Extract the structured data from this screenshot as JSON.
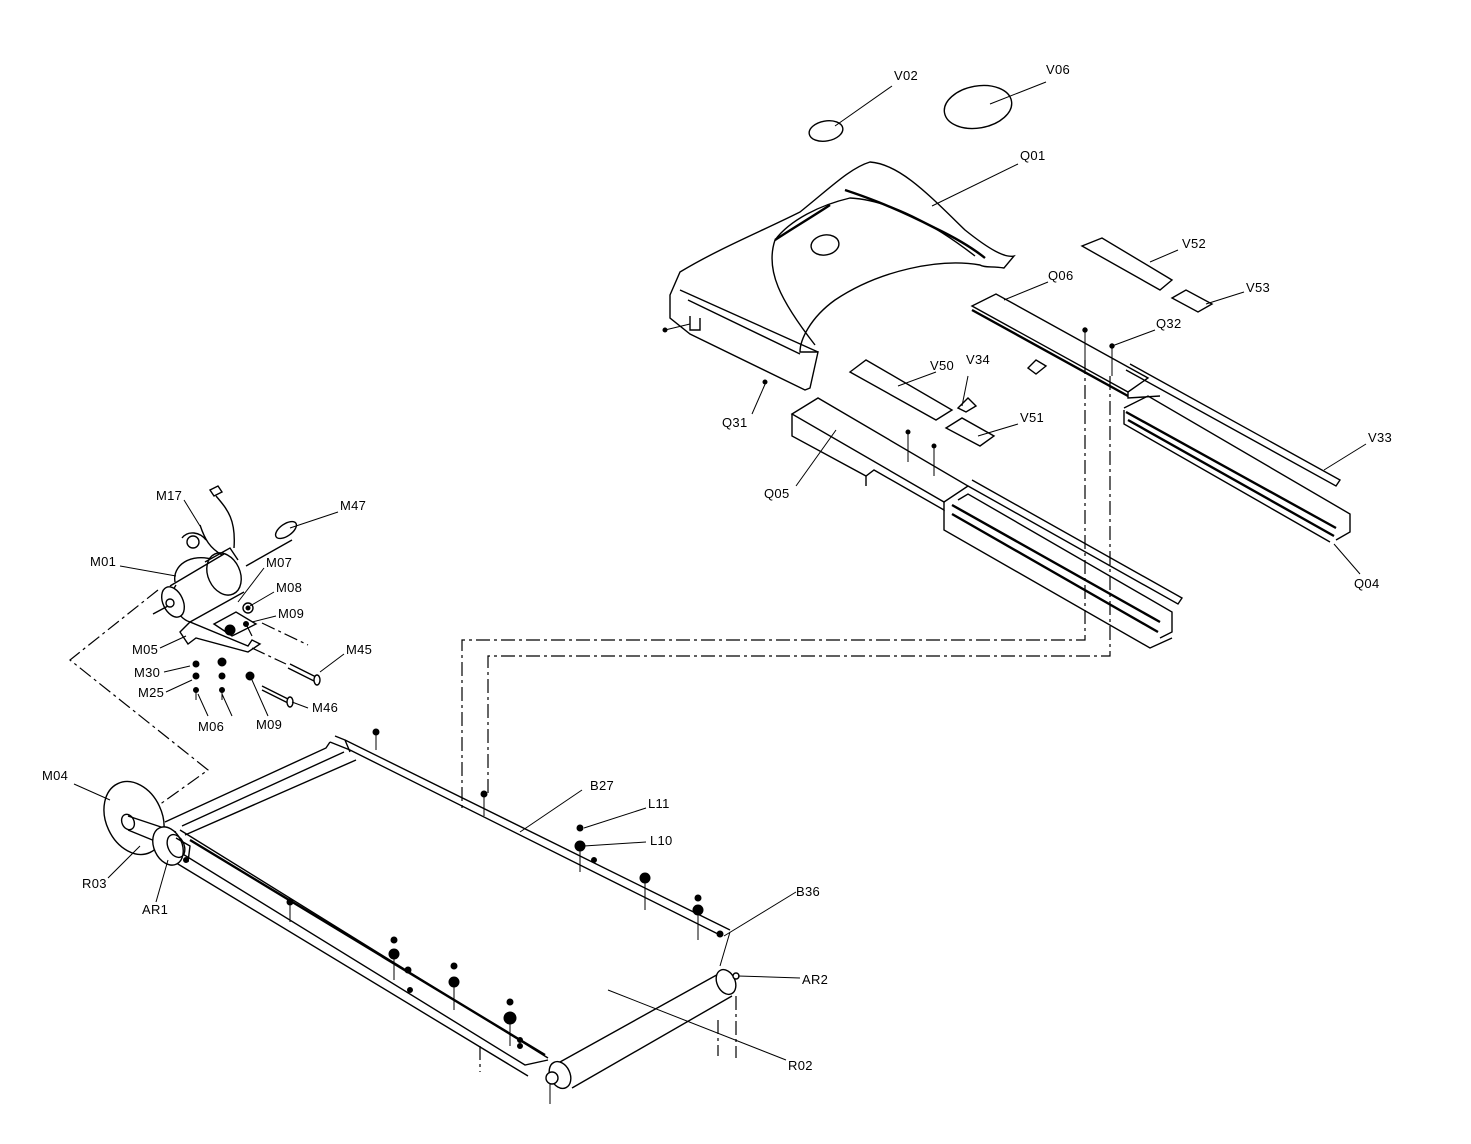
{
  "diagram": {
    "callouts": [
      {
        "id": "v02",
        "text": "V02"
      },
      {
        "id": "v06",
        "text": "V06"
      },
      {
        "id": "q01",
        "text": "Q01"
      },
      {
        "id": "v52",
        "text": "V52"
      },
      {
        "id": "q06",
        "text": "Q06"
      },
      {
        "id": "v53",
        "text": "V53"
      },
      {
        "id": "q32",
        "text": "Q32"
      },
      {
        "id": "v50",
        "text": "V50"
      },
      {
        "id": "v34",
        "text": "V34"
      },
      {
        "id": "v51",
        "text": "V51"
      },
      {
        "id": "q31",
        "text": "Q31"
      },
      {
        "id": "v33",
        "text": "V33"
      },
      {
        "id": "q05",
        "text": "Q05"
      },
      {
        "id": "q04",
        "text": "Q04"
      },
      {
        "id": "m17",
        "text": "M17"
      },
      {
        "id": "m47",
        "text": "M47"
      },
      {
        "id": "m01",
        "text": "M01"
      },
      {
        "id": "m07",
        "text": "M07"
      },
      {
        "id": "m08",
        "text": "M08"
      },
      {
        "id": "m09a",
        "text": "M09"
      },
      {
        "id": "m05",
        "text": "M05"
      },
      {
        "id": "m45",
        "text": "M45"
      },
      {
        "id": "m30",
        "text": "M30"
      },
      {
        "id": "m25",
        "text": "M25"
      },
      {
        "id": "m06",
        "text": "M06"
      },
      {
        "id": "m09b",
        "text": "M09"
      },
      {
        "id": "m46",
        "text": "M46"
      },
      {
        "id": "m04",
        "text": "M04"
      },
      {
        "id": "b27",
        "text": "B27"
      },
      {
        "id": "l11",
        "text": "L11"
      },
      {
        "id": "l10",
        "text": "L10"
      },
      {
        "id": "r03",
        "text": "R03"
      },
      {
        "id": "ar1",
        "text": "AR1"
      },
      {
        "id": "b36",
        "text": "B36"
      },
      {
        "id": "ar2",
        "text": "AR2"
      },
      {
        "id": "r02",
        "text": "R02"
      }
    ]
  }
}
